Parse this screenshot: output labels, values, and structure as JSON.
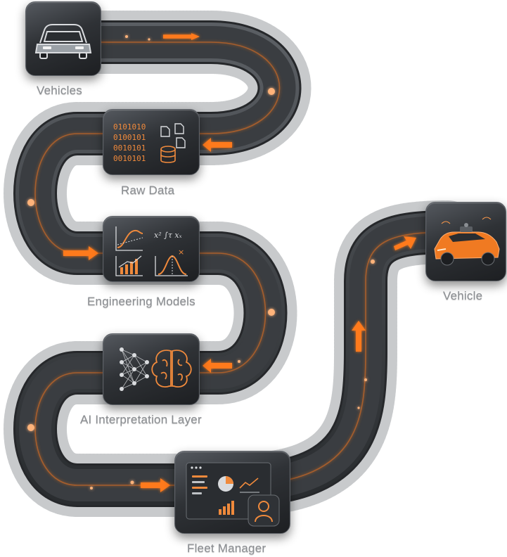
{
  "nodes": [
    {
      "id": "vehicles",
      "label": "Vehicles",
      "icon": "car-icon"
    },
    {
      "id": "raw-data",
      "label": "Raw Data",
      "icon": "binary-data-icon",
      "binary_lines": [
        "0101010",
        "0100101",
        "0010101",
        "0010101"
      ]
    },
    {
      "id": "engineering-models",
      "label": "Engineering Models",
      "icon": "charts-formulas-icon",
      "formula": "x² ∫τ xₓ"
    },
    {
      "id": "ai-interpretation-layer",
      "label": "AI Interpretation Layer",
      "icon": "neural-network-brain-icon"
    },
    {
      "id": "fleet-manager",
      "label": "Fleet Manager",
      "icon": "dashboard-user-icon"
    },
    {
      "id": "vehicle",
      "label": "Vehicle",
      "icon": "autonomous-car-icon"
    }
  ],
  "colors": {
    "accent": "#ff7a1a",
    "road": "#3a3d41",
    "tile": "#2c2f33",
    "label": "#8a8d91"
  }
}
